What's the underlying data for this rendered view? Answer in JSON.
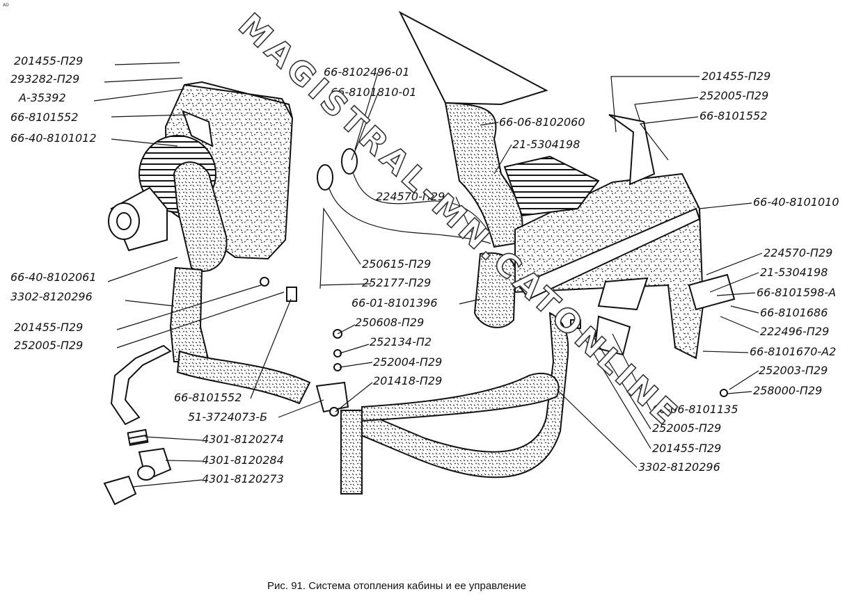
{
  "corner_mark": "AD",
  "watermark": "MAGISTRAL-MN.CATONLINE",
  "caption": "Рис. 91.  Система отопления кабины и ее управление",
  "labels": [
    "201455-П29",
    "293282-П29",
    "А-35392",
    "66-8101552",
    "66-40-8101012",
    "66-8102496-01",
    "66-8101810-01",
    "66-06-8102060",
    "21-5304198",
    "224570-П29",
    "201455-П29",
    "252005-П29",
    "66-8101552",
    "66-40-8101010",
    "250615-П29",
    "252177-П29",
    "66-01-8101396",
    "224570-П29",
    "21-5304198",
    "66-8101598-А",
    "66-8101686",
    "222496-П29",
    "66-8101670-А2",
    "66-40-8102061",
    "3302-8120296",
    "201455-П29",
    "252005-П29",
    "250608-П29",
    "252134-П2",
    "252004-П29",
    "201418-П29",
    "252003-П29",
    "258000-П29",
    "66-8101552",
    "51-3724073-Б",
    "4301-8120274",
    "4301-8120284",
    "4301-8120273",
    "66-06-8101135",
    "252005-П29",
    "201455-П29",
    "3302-8120296"
  ]
}
